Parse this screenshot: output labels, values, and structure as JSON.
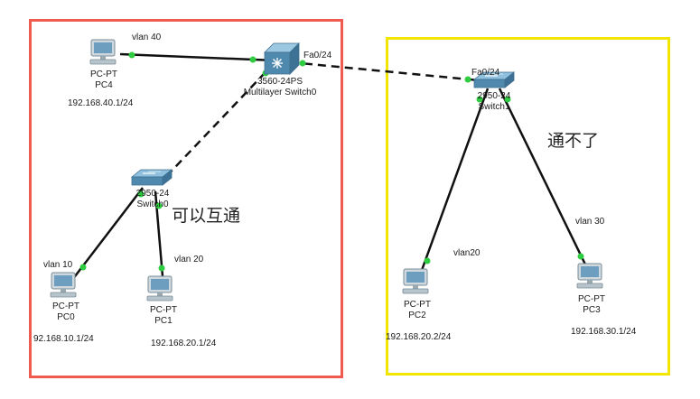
{
  "colors": {
    "left_zone": "#ef5b50",
    "right_zone": "#f2e600",
    "link": "#111111",
    "port_dot": "#2ecc40",
    "switch_body": "#5b93b7"
  },
  "zones": {
    "left_note": "可以互通",
    "right_note": "通不了"
  },
  "devices": {
    "pc4": {
      "icon": "pc-icon",
      "type": "PC-PT",
      "name": "PC4",
      "ip": "192.168.40.1/24",
      "port_label": "vlan 40"
    },
    "pc0": {
      "icon": "pc-icon",
      "type": "PC-PT",
      "name": "PC0",
      "ip": "92.168.10.1/24",
      "port_label": "vlan 10"
    },
    "pc1": {
      "icon": "pc-icon",
      "type": "PC-PT",
      "name": "PC1",
      "ip": "192.168.20.1/24",
      "port_label": "vlan 20"
    },
    "pc2": {
      "icon": "pc-icon",
      "type": "PC-PT",
      "name": "PC2",
      "ip": "192.168.20.2/24",
      "port_label": "vlan20"
    },
    "pc3": {
      "icon": "pc-icon",
      "type": "PC-PT",
      "name": "PC3",
      "ip": "192.168.30.1/24",
      "port_label": "vlan 30"
    },
    "mls0": {
      "icon": "multilayer-switch-icon",
      "model": "3560-24PS",
      "name": "Multilayer Switch0",
      "port_label": "Fa0/24"
    },
    "sw0": {
      "icon": "switch-icon",
      "model": "2950-24",
      "name": "Switch0"
    },
    "sw1": {
      "icon": "switch-icon",
      "model": "2950-24",
      "name": "Switch1",
      "port_label": "Fa0/24"
    }
  }
}
